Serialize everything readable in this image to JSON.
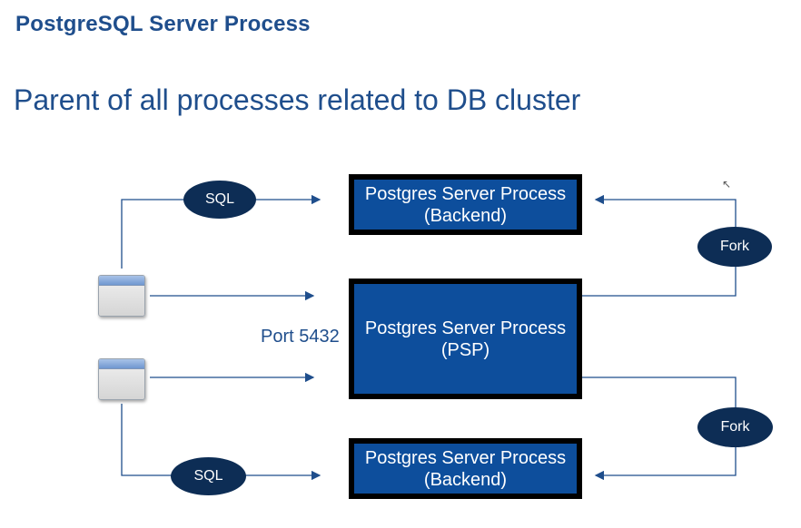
{
  "title": "PostgreSQL Server Process",
  "subtitle": "Parent of all processes related to DB cluster",
  "boxes": {
    "top": {
      "line1": "Postgres Server Process",
      "line2": "(Backend)"
    },
    "middle": {
      "line1": "Postgres Server Process",
      "line2": "(PSP)"
    },
    "bottom": {
      "line1": "Postgres Server Process",
      "line2": "(Backend)"
    }
  },
  "ovals": {
    "sql_top": "SQL",
    "sql_bottom": "SQL",
    "fork_top": "Fork",
    "fork_bottom": "Fork"
  },
  "port_label": "Port 5432",
  "colors": {
    "box_fill": "#0d4e9c",
    "oval_fill": "#0d2d55",
    "line": "#1f4e8c",
    "title": "#1f4e8c"
  }
}
